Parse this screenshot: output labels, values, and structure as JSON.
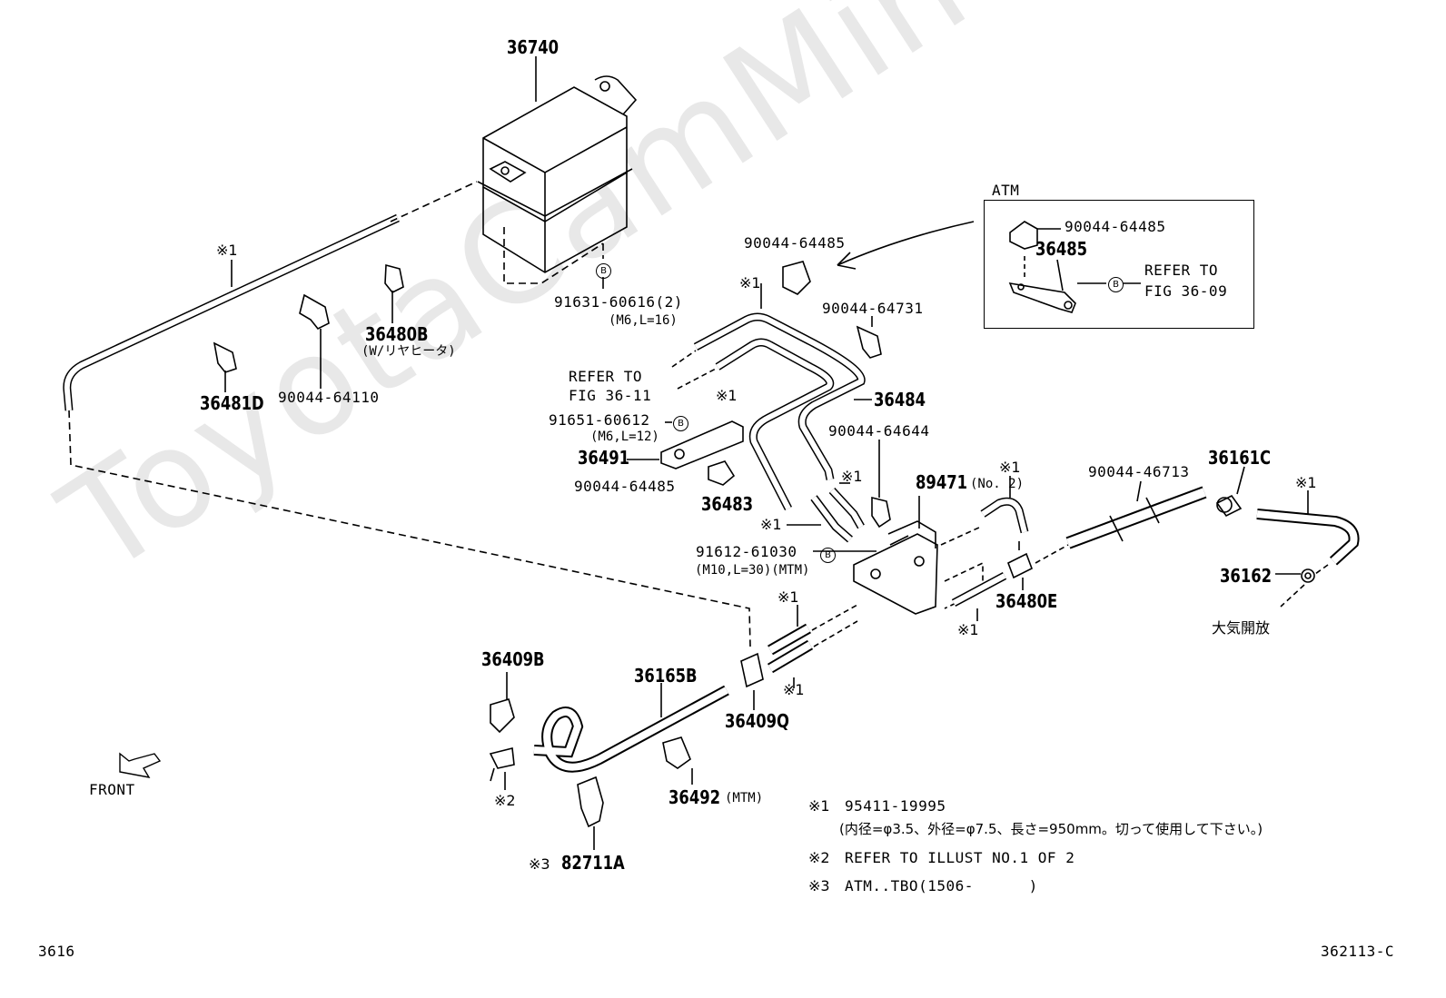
{
  "watermark": "ToyotaCamMine.ru",
  "page_code_left": "3616",
  "page_code_right": "362113-C",
  "inset": {
    "title": "ATM",
    "parts": [
      "90044-64485",
      "36485"
    ],
    "refer": "REFER TO",
    "refer_fig": "FIG 36-09",
    "circle_mark": "B"
  },
  "labels": {
    "p36740": "36740",
    "p91631": "91631-60616(2)",
    "p91631_spec": "(M6,L=16)",
    "p36480b": "36480B",
    "p36480b_note": "(W/リヤヒータ)",
    "p90044_64110": "90044-64110",
    "p36481d": "36481D",
    "x1_a": "※1",
    "p90044_64485_a": "90044-64485",
    "x1_b": "※1",
    "p90044_64731": "90044-64731",
    "refer_to": "REFER TO",
    "fig_36_11": "FIG 36-11",
    "x1_c": "※1",
    "p36484": "36484",
    "p91651": "91651-60612",
    "p91651_spec": "(M6,L=12)",
    "p36491": "36491",
    "p90044_64644": "90044-64644",
    "p90044_64485_b": "90044-64485",
    "p36483": "36483",
    "x1_d": "※1",
    "p89471": "89471",
    "p89471_no": "(No. 2)",
    "x1_e": "※1",
    "x1_f": "※1",
    "p91612": "91612-61030",
    "p91612_spec": "(M10,L=30)(MTM)",
    "p90044_46713": "90044-46713",
    "p36161c": "36161C",
    "x1_g": "※1",
    "p36162": "36162",
    "atm_open": "大気開放",
    "p36480e": "36480E",
    "x1_h": "※1",
    "x1_i": "※1",
    "x1_j": "※1",
    "p36409b": "36409B",
    "p36165b": "36165B",
    "p36409q": "36409Q",
    "front": "FRONT",
    "x2": "※2",
    "p36492": "36492",
    "p36492_note": "(MTM)",
    "x3": "※3",
    "p82711a": "82711A",
    "circle_b": "B"
  },
  "notes": [
    {
      "mark": "※1",
      "text": "95411-19995"
    },
    {
      "mark": "",
      "text": "(内径=φ3.5、外径=φ7.5、長さ=950mm。切って使用して下さい。)"
    },
    {
      "mark": "※2",
      "text": "REFER TO ILLUST NO.1 OF 2"
    },
    {
      "mark": "※3",
      "text": "ATM..TBO(1506-      )"
    }
  ]
}
